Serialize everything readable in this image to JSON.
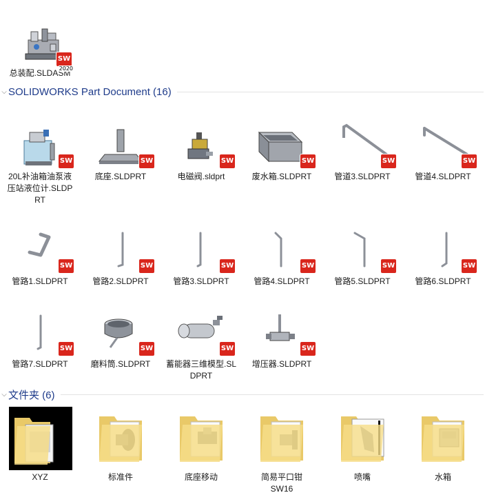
{
  "top_item": {
    "label": "总装配.SLDASM",
    "badge": "SW",
    "version": "2020"
  },
  "groups": [
    {
      "label": "SOLIDWORKS Part Document (16)"
    },
    {
      "label": "文件夹 (6)"
    }
  ],
  "parts": [
    {
      "label": "20L补油箱油泵液压站液位计.SLDPRT"
    },
    {
      "label": "底座.SLDPRT"
    },
    {
      "label": "电磁阀.sldprt"
    },
    {
      "label": "废水箱.SLDPRT"
    },
    {
      "label": "管道3.SLDPRT"
    },
    {
      "label": "管道4.SLDPRT"
    },
    {
      "label": "管路1.SLDPRT"
    },
    {
      "label": "管路2.SLDPRT"
    },
    {
      "label": "管路3.SLDPRT"
    },
    {
      "label": "管路4.SLDPRT"
    },
    {
      "label": "管路5.SLDPRT"
    },
    {
      "label": "管路6.SLDPRT"
    },
    {
      "label": "管路7.SLDPRT"
    },
    {
      "label": "磨料筒.SLDPRT"
    },
    {
      "label": "蓄能器三维模型.SLDPRT"
    },
    {
      "label": "增压器.SLDPRT"
    }
  ],
  "badge_text": "SW",
  "folders": [
    {
      "label": "XYZ"
    },
    {
      "label": "标准件"
    },
    {
      "label": "底座移动"
    },
    {
      "label": "简易平口钳SW16"
    },
    {
      "label": "喷嘴"
    },
    {
      "label": "水箱"
    }
  ],
  "colors": {
    "badge": "#d9261c",
    "header_text": "#1e3b8a",
    "folder": "#f5d87a"
  }
}
